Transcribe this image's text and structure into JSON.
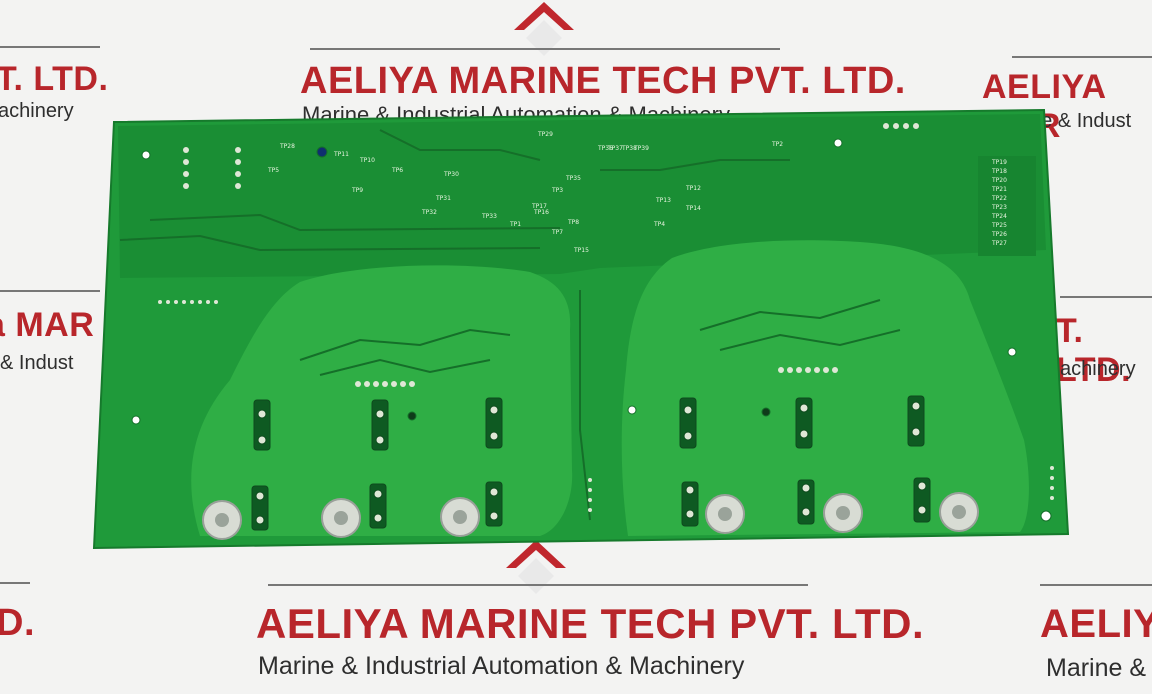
{
  "watermark": {
    "company": "AELIYA MARINE TECH PVT. LTD.",
    "tagline": "Marine & Industrial Automation & Machinery",
    "fragments": {
      "left_top_title": "T. LTD.",
      "left_top_sub": "achinery",
      "right_top_title": "AELIYA MAR",
      "right_top_sub": "ne & Indust",
      "left_mid_title": "a MAR",
      "left_mid_sub": "& Indust",
      "right_mid_title": "T. LTD.",
      "right_mid_sub": "achinery",
      "left_bot_title": "D.",
      "right_bot_title": "AELIYA",
      "right_bot_sub": "Marine &"
    },
    "color_title": "#b8262b",
    "color_sub": "#2e2e2e"
  },
  "board": {
    "color": "#1f9a3a",
    "copper_fill_color": "#2fae45",
    "test_points_top": [
      "TP28",
      "TP11",
      "TP10",
      "TP5",
      "TP6",
      "TP9",
      "TP30",
      "TP31",
      "TP32",
      "TP33",
      "TP29",
      "TP35",
      "TP3",
      "TP17",
      "TP16",
      "TP8",
      "TP7",
      "TP1",
      "TP15",
      "TP2",
      "TP12",
      "TP13",
      "TP14",
      "TP4",
      "TP36",
      "TP37",
      "TP38",
      "TP39"
    ],
    "test_points_right": [
      "TP19",
      "TP18",
      "TP20",
      "TP21",
      "TP22",
      "TP23",
      "TP24",
      "TP25",
      "TP26",
      "TP27"
    ]
  }
}
